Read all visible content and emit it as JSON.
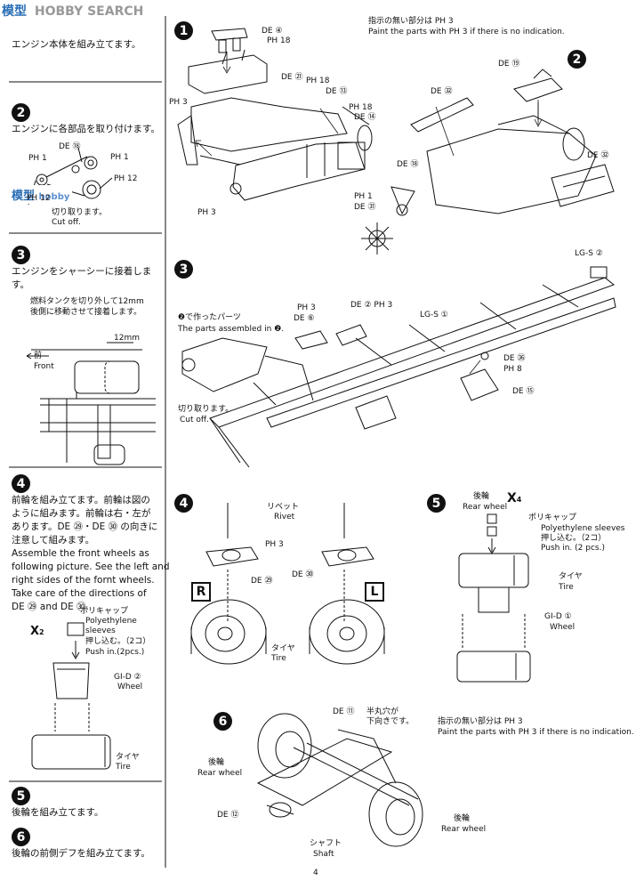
{
  "watermark": {
    "logo": "模型",
    "text": "HOBBY SEARCH",
    "corner": "hobby"
  },
  "left": {
    "step1_text": "エンジン本体を組み立てます。",
    "step2_num": "2",
    "step2_text": "エンジンに各部品を取り付けます。",
    "step2_labels": {
      "de18": "DE ⑱",
      "ph1a": "PH 1",
      "ph1b": "PH 1",
      "ph12a": "PH 12",
      "ph12b": "PH 12",
      "cut_jp": "切り取ります。",
      "cut_en": "Cut off."
    },
    "step3_num": "3",
    "step3_text_a": "エンジンをシャーシーに接着しま",
    "step3_text_b": "す。",
    "step3_note_a": "燃料タンクを切り外して12mm",
    "step3_note_b": "後側に移動させて接着します。",
    "step3_mm": "12mm",
    "step3_front_jp": "前",
    "step3_front_en": "Front",
    "step4_num": "4",
    "step4_lines": [
      "前輪を組み立てます。前輪は図の",
      "ように組みます。前輪は右・左が",
      "あります。DE ㉙・DE ㉚ の向きに",
      "注意して組みます。",
      "Assemble the front wheels as",
      "following picture. See the left and",
      "right sides of the fornt wheels.",
      "Take care of the directions of",
      "DE ㉙ and DE ㉚."
    ],
    "step4_x": "X",
    "step4_x_sub": "2",
    "step4_poly_jp": "ポリキャップ",
    "step4_poly_en_a": "Polyethylene",
    "step4_poly_en_b": "sleeves",
    "step4_push_jp": "押し込む。（2コ）",
    "step4_push_en": "Push in.(2pcs.)",
    "step4_gid": "GI-D ②",
    "step4_wheel": "Wheel",
    "step4_tire_jp": "タイヤ",
    "step4_tire_en": "Tire",
    "step5_num": "5",
    "step5_text": "後輪を組み立てます。",
    "step6_num": "6",
    "step6_text": "後輪の前側デフを組み立てます。"
  },
  "main": {
    "s1": {
      "num": "1",
      "de4": "DE ④",
      "ph18a": "PH 18",
      "de21": "DE ㉑",
      "ph18b": "PH 18",
      "de13": "DE ⑬",
      "ph3a": "PH 3",
      "ph18c": "PH 18",
      "de14": "DE ⑭",
      "ph3b": "PH 3"
    },
    "paint_note_jp": "指示の無い部分は PH 3",
    "paint_note_en": "Paint the parts with PH 3 if there is no indication.",
    "s2": {
      "num": "2",
      "de19": "DE ⑲",
      "de32a": "DE ㉜",
      "de32b": "DE ㉜",
      "de18": "DE ⑱",
      "ph1": "PH 1",
      "de31": "DE ㉛"
    },
    "s3": {
      "num": "3",
      "lgs2": "LG-S ②",
      "assembled_jp": "❷で作ったパーツ",
      "assembled_en": "The parts assembled in ❷.",
      "ph3": "PH 3",
      "de6": "DE ⑥",
      "de2ph3": "DE ② PH 3",
      "lgs1": "LG-S ①",
      "de36": "DE ㊱",
      "ph8": "PH 8",
      "de15": "DE ⑮",
      "cut_jp": "切り取ります。",
      "cut_en": "Cut off."
    },
    "s4": {
      "num": "4",
      "rivet_jp": "リベット",
      "rivet_en": "Rivet",
      "ph3": "PH 3",
      "de29": "DE ㉙",
      "de30": "DE ㉚",
      "r": "R",
      "l": "L",
      "tire_jp": "タイヤ",
      "tire_en": "Tire"
    },
    "s5": {
      "num": "5",
      "rear_jp": "後輪",
      "rear_en": "Rear wheel",
      "x": "X",
      "x_sub": "4",
      "poly_jp": "ポリキャップ",
      "poly_en": "Polyethylene sleeves",
      "push_jp": "押し込む。（2コ）",
      "push_en": "Push in. (2 pcs.)",
      "tire_jp": "タイヤ",
      "tire_en": "Tire",
      "gid": "GI-D ①",
      "wheel": "Wheel"
    },
    "s6": {
      "num": "6",
      "de11": "DE ⑪",
      "half_jp_a": "半丸穴が",
      "half_jp_b": "下向きです。",
      "rear_jp_a": "後輪",
      "rear_en_a": "Rear wheel",
      "de12": "DE ⑫",
      "shaft_jp": "シャフト",
      "shaft_en": "Shaft",
      "rear_jp_b": "後輪",
      "rear_en_b": "Rear wheel"
    }
  },
  "page_number": "4"
}
